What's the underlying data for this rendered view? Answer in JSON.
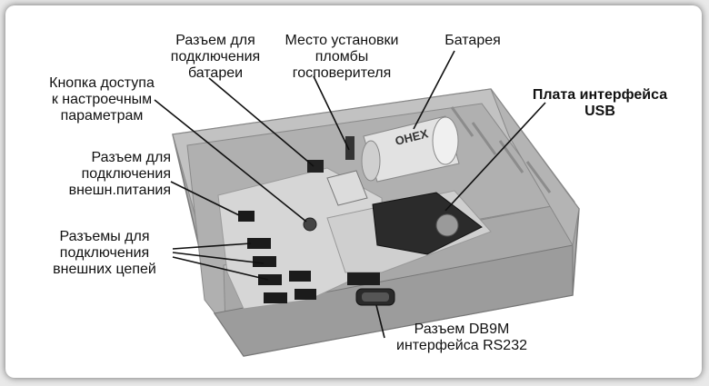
{
  "labels": {
    "battery_connector": "Разъем для\nподключения\nбатареи",
    "seal_place": "Место установки\nпломбы\nгосповерителя",
    "battery": "Батарея",
    "settings_button": "Кнопка доступа\nк настроечным\nпараметрам",
    "usb_board": "Плата интерфейса\nUSB",
    "ext_power_connector": "Разъем для\nподключения\nвнешн.питания",
    "ext_circuits_connectors": "Разъемы для\nподключения\nвнешних цепей",
    "db9m_connector": "Разъем DB9M\nинтерфейса RS232"
  },
  "device": {
    "battery_print": "ОНЕХ"
  },
  "colors": {
    "background": "#e9e9e9",
    "housing": "#b9b9b9",
    "housing_dark": "#8e8e8e",
    "board": "#d8d8d8",
    "usb_board": "#2a2a2a",
    "connector": "#1a1a1a",
    "battery": "#e4e4e4",
    "leader_line": "#111111"
  }
}
